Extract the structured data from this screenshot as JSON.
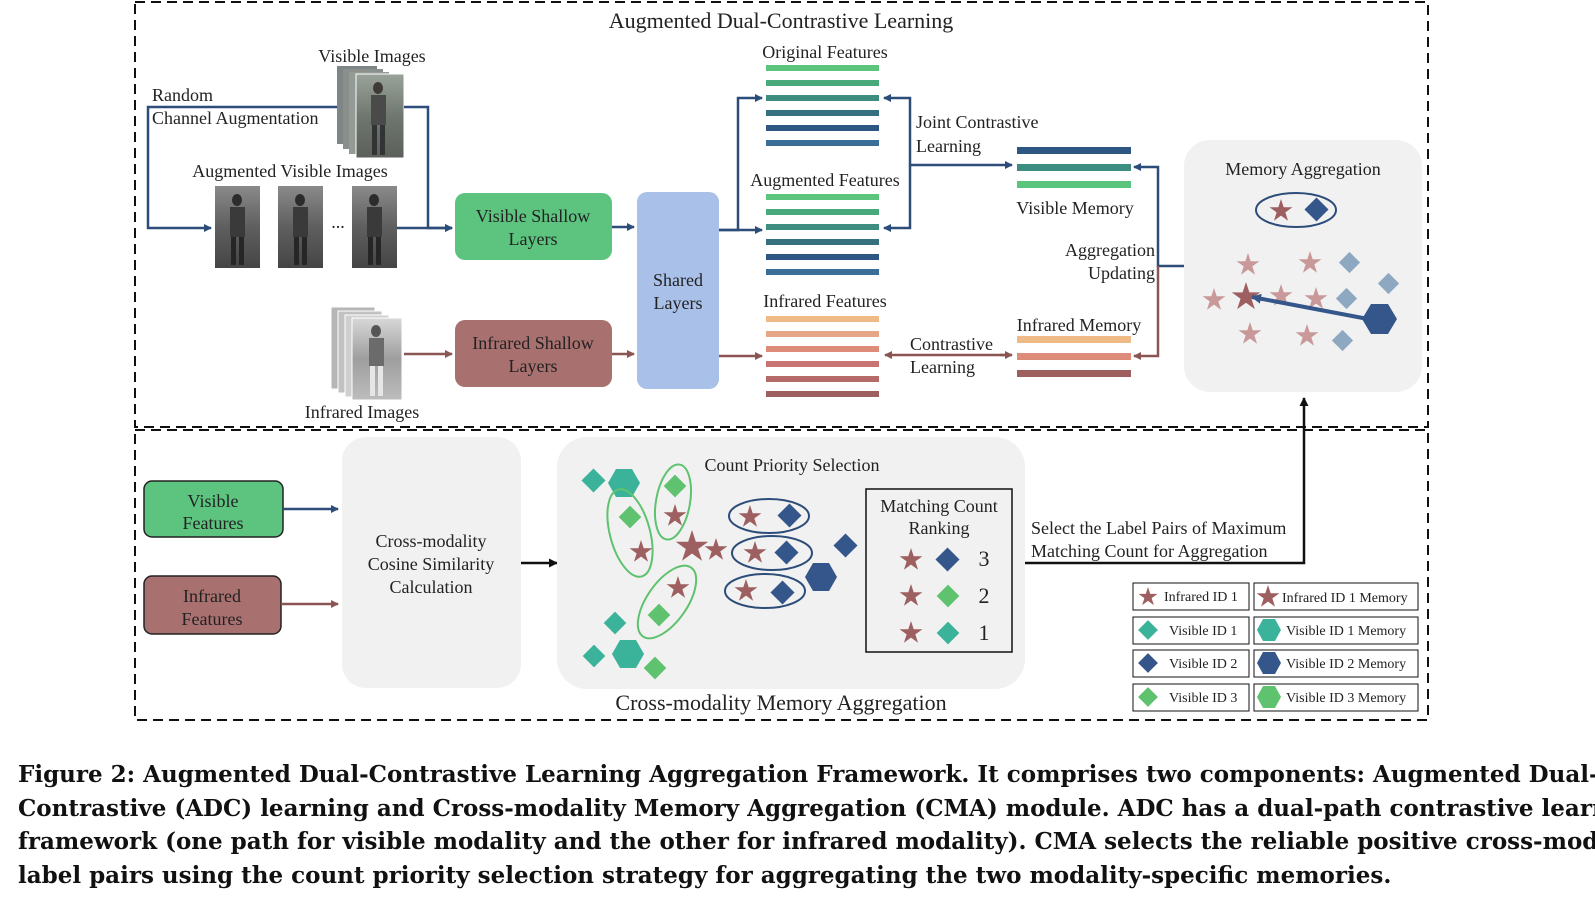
{
  "adc": {
    "title": "Augmented Dual-Contrastive Learning",
    "visible_images": "Visible Images",
    "random_aug_line1": "Random",
    "random_aug_line2": "Channel Augmentation",
    "augmented_visible_images": "Augmented Visible Images",
    "ellipsis": "...",
    "infrared_images": "Infrared Images",
    "visible_shallow_line1": "Visible Shallow",
    "visible_shallow_line2": "Layers",
    "infrared_shallow_line1": "Infrared Shallow",
    "infrared_shallow_line2": "Layers",
    "shared_line1": "Shared",
    "shared_line2": "Layers",
    "original_features": "Original Features",
    "augmented_features": "Augmented Features",
    "infrared_features": "Infrared Features",
    "joint_line1": "Joint Contrastive",
    "joint_line2": "Learning",
    "contrastive_line1": "Contrastive",
    "contrastive_line2": "Learning",
    "visible_memory": "Visible Memory",
    "infrared_memory": "Infrared Memory",
    "agg_line1": "Aggregation",
    "agg_line2": "Updating",
    "memory_aggregation": "Memory Aggregation"
  },
  "cma": {
    "title": "Cross-modality Memory Aggregation",
    "visible_feat_line1": "Visible",
    "visible_feat_line2": "Features",
    "infrared_feat_line1": "Infrared",
    "infrared_feat_line2": "Features",
    "cos_line1": "Cross-modality",
    "cos_line2": "Cosine Similarity",
    "cos_line3": "Calculation",
    "count_priority": "Count Priority Selection",
    "ranking_line1": "Matching Count",
    "ranking_line2": "Ranking",
    "rank_values": [
      "3",
      "2",
      "1"
    ],
    "select_line1": "Select the Label Pairs of Maximum",
    "select_line2": "Matching Count for Aggregation"
  },
  "legend": [
    {
      "left": "Infrared ID 1",
      "right": "Infrared ID 1 Memory"
    },
    {
      "left": "Visible ID 1",
      "right": "Visible ID 1 Memory"
    },
    {
      "left": "Visible ID 2",
      "right": "Visible ID 2 Memory"
    },
    {
      "left": "Visible ID 3",
      "right": "Visible ID 3 Memory"
    }
  ],
  "caption": {
    "line1": "Figure 2: Augmented Dual-Contrastive Learning Aggregation Framework. It comprises two components: Augmented Dual-",
    "line2": "Contrastive (ADC) learning and Cross-modality Memory Aggregation (CMA) module. ADC has a dual-path contrastive learning",
    "line3": "framework (one path for visible modality and the other for infrared modality). CMA selects the reliable positive cross-modality",
    "line4": "label pairs using the count priority selection strategy for aggregating the two modality-specific memories."
  },
  "colors": {
    "visible_green": "#5cc47f",
    "infrared_brown": "#a8706f",
    "shared_blue": "#a9c0e8",
    "navy": "#2c4c79",
    "star": "#9e5f60",
    "visible_id1": "#3bb39b",
    "visible_id2": "#35568a",
    "visible_id3": "#5ec26e",
    "panel_gray": "#f1f1f1"
  }
}
